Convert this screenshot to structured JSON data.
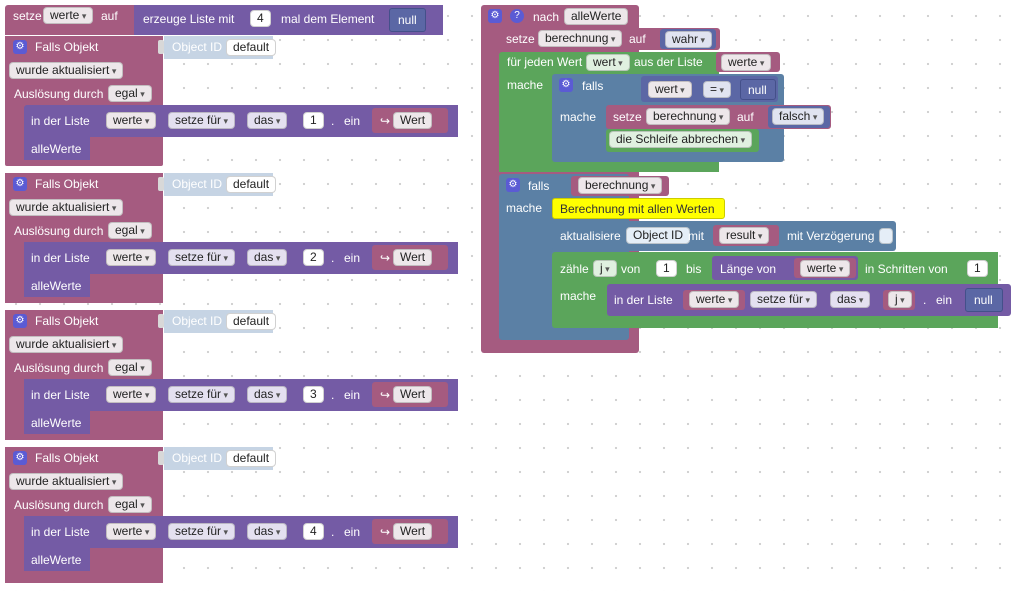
{
  "top_setze": {
    "set_label": "setze",
    "var_name": "werte",
    "to_label": "auf",
    "create_label": "erzeuge Liste mit",
    "count": "4",
    "times_label": "mal dem Element",
    "element": "null"
  },
  "events": [
    {
      "title": "Falls Objekt",
      "oid_label": "Object ID",
      "oid_value": "default",
      "trigger": "wurde aktualisiert",
      "trigger_by_label": "Auslösung durch",
      "trigger_by": "egal",
      "in_list_label": "in der Liste",
      "list": "werte",
      "set_op": "setze für",
      "pos": "das",
      "index": "1",
      "dot": ".",
      "in_label": "ein",
      "value_arrow": "↪",
      "value": "Wert",
      "result": "alleWerte"
    },
    {
      "title": "Falls Objekt",
      "oid_label": "Object ID",
      "oid_value": "default",
      "trigger": "wurde aktualisiert",
      "trigger_by_label": "Auslösung durch",
      "trigger_by": "egal",
      "in_list_label": "in der Liste",
      "list": "werte",
      "set_op": "setze für",
      "pos": "das",
      "index": "2",
      "dot": ".",
      "in_label": "ein",
      "value_arrow": "↪",
      "value": "Wert",
      "result": "alleWerte"
    },
    {
      "title": "Falls Objekt",
      "oid_label": "Object ID",
      "oid_value": "default",
      "trigger": "wurde aktualisiert",
      "trigger_by_label": "Auslösung durch",
      "trigger_by": "egal",
      "in_list_label": "in der Liste",
      "list": "werte",
      "set_op": "setze für",
      "pos": "das",
      "index": "3",
      "dot": ".",
      "in_label": "ein",
      "value_arrow": "↪",
      "value": "Wert",
      "result": "alleWerte"
    },
    {
      "title": "Falls Objekt",
      "oid_label": "Object ID",
      "oid_value": "default",
      "trigger": "wurde aktualisiert",
      "trigger_by_label": "Auslösung durch",
      "trigger_by": "egal",
      "in_list_label": "in der Liste",
      "list": "werte",
      "set_op": "setze für",
      "pos": "das",
      "index": "4",
      "dot": ".",
      "in_label": "ein",
      "value_arrow": "↪",
      "value": "Wert",
      "result": "alleWerte"
    }
  ],
  "func": {
    "after_label": "nach",
    "func_name": "alleWerte",
    "set1_label": "setze",
    "set1_var": "berechnung",
    "set1_to": "auf",
    "set1_val": "wahr",
    "foreach_label": "für jeden Wert",
    "foreach_var": "wert",
    "foreach_from": "aus der Liste",
    "foreach_list": "werte",
    "do_label": "mache",
    "if_label": "falls",
    "cmp_var": "wert",
    "cmp_op": "=",
    "cmp_val": "null",
    "do2_label": "mache",
    "set2_label": "setze",
    "set2_var": "berechnung",
    "set2_to": "auf",
    "set2_val": "falsch",
    "break_label": "die Schleife abbrechen",
    "if2_label": "falls",
    "if2_var": "berechnung",
    "do3_label": "mache",
    "comment": "Berechnung mit allen Werten",
    "update_label": "aktualisiere",
    "update_oid": "Object ID",
    "update_with": "mit",
    "update_val": "result",
    "update_delay": "mit Verzögerung",
    "count_label": "zähle",
    "count_var": "j",
    "count_from": "von",
    "count_start": "1",
    "count_to": "bis",
    "len_label": "Länge von",
    "len_list": "werte",
    "step_label": "in Schritten von",
    "step_val": "1",
    "do4_label": "mache",
    "inlist_label": "in der Liste",
    "inlist_list": "werte",
    "inlist_op": "setze für",
    "inlist_pos": "das",
    "inlist_idx": "j",
    "inlist_dot": ".",
    "inlist_in": "ein",
    "inlist_val": "null"
  }
}
